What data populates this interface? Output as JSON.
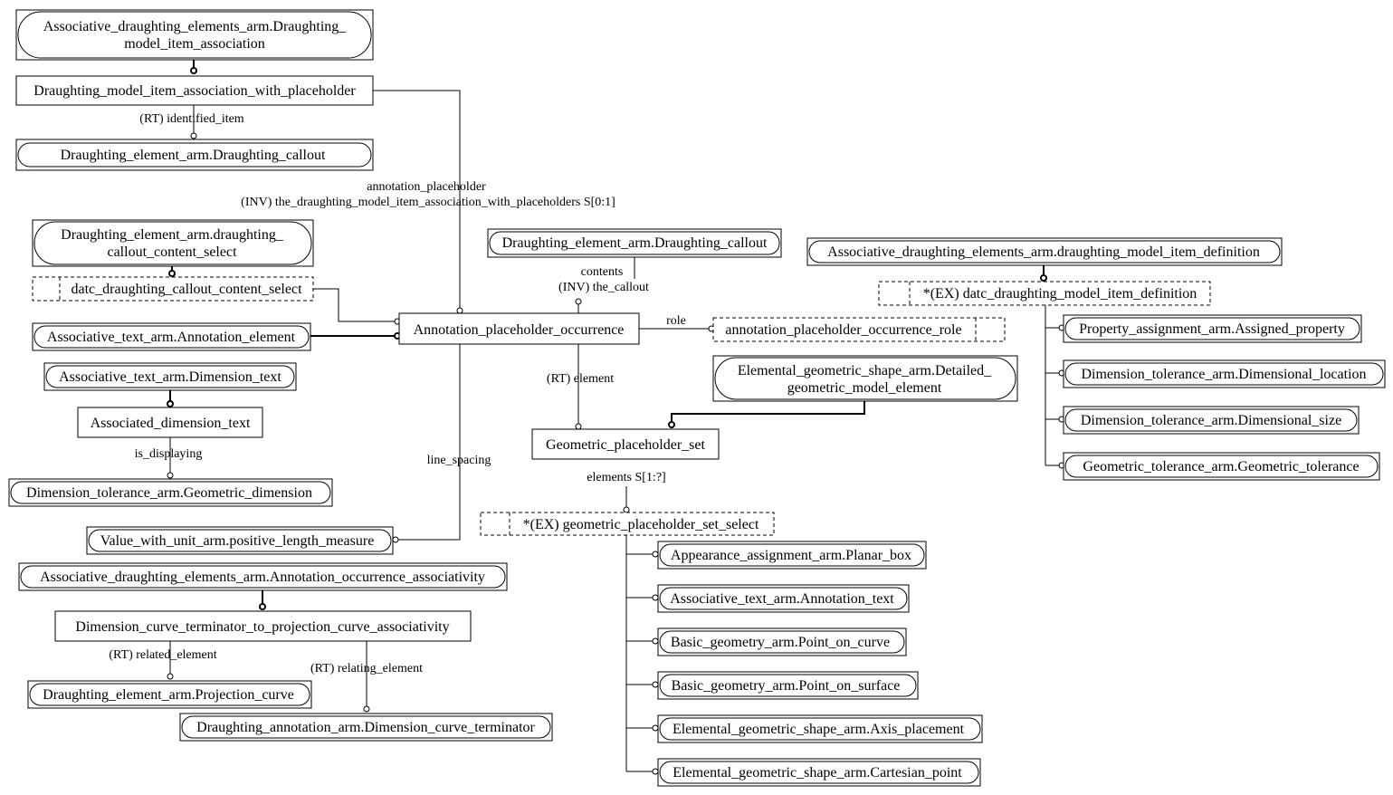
{
  "nodes": {
    "ade_dmia": [
      "Associative_draughting_elements_arm.Draughting_",
      "model_item_association"
    ],
    "dmia_wp": "Draughting_model_item_association_with_placeholder",
    "de_callout_top": "Draughting_element_arm.Draughting_callout",
    "de_content_select": [
      "Draughting_element_arm.draughting_",
      "callout_content_select"
    ],
    "datc_content_select": "datc_draughting_callout_content_select",
    "at_annotation_element": "Associative_text_arm.Annotation_element",
    "at_dimension_text": "Associative_text_arm.Dimension_text",
    "associated_dimension_text": "Associated_dimension_text",
    "dt_geometric_dimension": "Dimension_tolerance_arm.Geometric_dimension",
    "vwu_plm": "Value_with_unit_arm.positive_length_measure",
    "ade_aoa": "Associative_draughting_elements_arm.Annotation_occurrence_associativity",
    "dct_pca": "Dimension_curve_terminator_to_projection_curve_associativity",
    "de_projection_curve": "Draughting_element_arm.Projection_curve",
    "da_dct": "Draughting_annotation_arm.Dimension_curve_terminator",
    "apo": "Annotation_placeholder_occurrence",
    "de_callout_mid": "Draughting_element_arm.Draughting_callout",
    "apo_role": "annotation_placeholder_occurrence_role",
    "egs_detailed": [
      "Elemental_geometric_shape_arm.Detailed_",
      "geometric_model_element"
    ],
    "gps": "Geometric_placeholder_set",
    "gps_select": "*(EX) geometric_placeholder_set_select",
    "aa_planar_box": "Appearance_assignment_arm.Planar_box",
    "at_annotation_text": "Associative_text_arm.Annotation_text",
    "bg_point_on_curve": "Basic_geometry_arm.Point_on_curve",
    "bg_point_on_surface": "Basic_geometry_arm.Point_on_surface",
    "egs_axis_placement": "Elemental_geometric_shape_arm.Axis_placement",
    "egs_cartesian_point": "Elemental_geometric_shape_arm.Cartesian_point",
    "ade_dmid": "Associative_draughting_elements_arm.draughting_model_item_definition",
    "datc_dmid": "*(EX) datc_draughting_model_item_definition",
    "pa_assigned_property": "Property_assignment_arm.Assigned_property",
    "dt_dimensional_location": "Dimension_tolerance_arm.Dimensional_location",
    "dt_dimensional_size": "Dimension_tolerance_arm.Dimensional_size",
    "gt_geometric_tolerance": "Geometric_tolerance_arm.Geometric_tolerance"
  },
  "edges": {
    "identified_item": "(RT) identified_item",
    "annotation_placeholder": "annotation_placeholder",
    "inv_placeholders": "(INV) the_draughting_model_item_association_with_placeholders S[0:1]",
    "contents": "contents",
    "inv_callout": "(INV) the_callout",
    "role": "role",
    "rt_element": "(RT) element",
    "is_displaying": "is_displaying",
    "line_spacing": "line_spacing",
    "elements": "elements S[1:?]",
    "related_element": "(RT) related_element",
    "relating_element": "(RT) relating_element"
  }
}
